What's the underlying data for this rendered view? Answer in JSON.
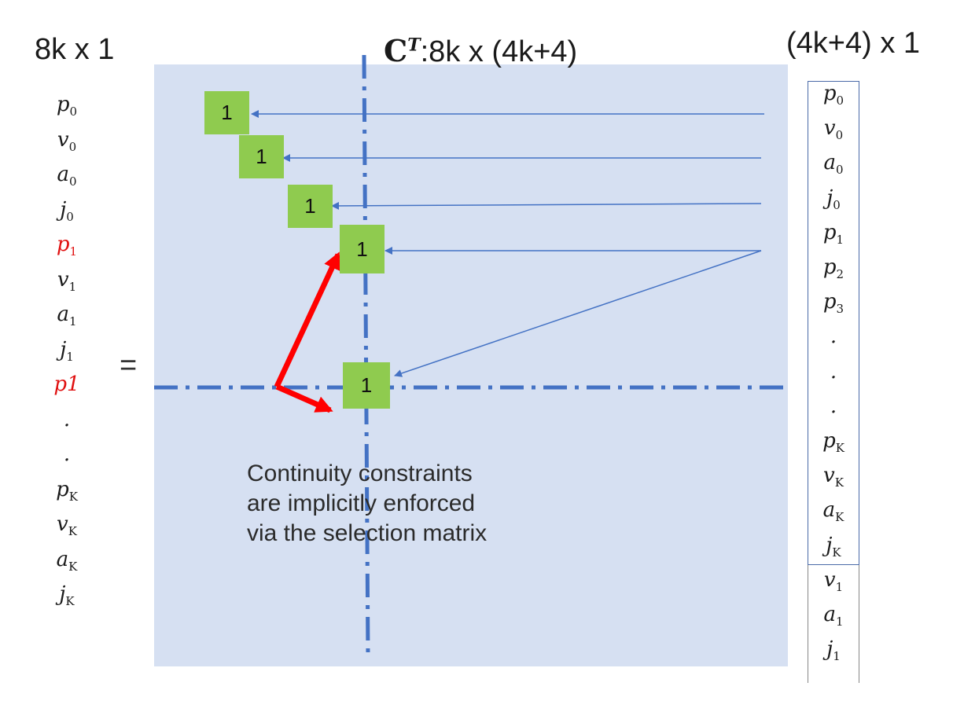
{
  "lhs_header": "8k x 1",
  "matrix_header": {
    "symbol": "C",
    "superscript": "T",
    "dims": ":8k x (4k+4)"
  },
  "rhs_header": "(4k+4) x 1",
  "equals": "=",
  "lhs_vector": [
    {
      "sym": "p",
      "sub": "0",
      "color": "black"
    },
    {
      "sym": "v",
      "sub": "0",
      "color": "black"
    },
    {
      "sym": "a",
      "sub": "0",
      "color": "black"
    },
    {
      "sym": "j",
      "sub": "0",
      "color": "black"
    },
    {
      "sym": "p",
      "sub": "1",
      "color": "red"
    },
    {
      "sym": "v",
      "sub": "1",
      "color": "black"
    },
    {
      "sym": "a",
      "sub": "1",
      "color": "black"
    },
    {
      "sym": "j",
      "sub": "1",
      "color": "black"
    },
    {
      "sym": "p1",
      "sub": "",
      "color": "red"
    },
    {
      "sym": ".",
      "sub": "",
      "color": "black"
    },
    {
      "sym": ".",
      "sub": "",
      "color": "black"
    },
    {
      "sym": "p",
      "sub": "K",
      "color": "black"
    },
    {
      "sym": "v",
      "sub": "K",
      "color": "black"
    },
    {
      "sym": "a",
      "sub": "K",
      "color": "black"
    },
    {
      "sym": "j",
      "sub": "K",
      "color": "black"
    }
  ],
  "rhs_vector": [
    {
      "sym": "p",
      "sub": "0"
    },
    {
      "sym": "v",
      "sub": "0"
    },
    {
      "sym": "a",
      "sub": "0"
    },
    {
      "sym": "j",
      "sub": "0"
    },
    {
      "sym": "p",
      "sub": "1"
    },
    {
      "sym": "p",
      "sub": "2"
    },
    {
      "sym": "p",
      "sub": "3"
    },
    {
      "sym": ".",
      "sub": ""
    },
    {
      "sym": ".",
      "sub": ""
    },
    {
      "sym": ".",
      "sub": ""
    },
    {
      "sym": "p",
      "sub": "K"
    },
    {
      "sym": "v",
      "sub": "K"
    },
    {
      "sym": "a",
      "sub": "K"
    },
    {
      "sym": "j",
      "sub": "K"
    },
    {
      "sym": "v",
      "sub": "1"
    },
    {
      "sym": "a",
      "sub": "1"
    },
    {
      "sym": "j",
      "sub": "1"
    }
  ],
  "selection_ones": [
    "1",
    "1",
    "1",
    "1",
    "1"
  ],
  "caption": [
    "Continuity constraints",
    "are implicitly enforced",
    "via the selection matrix"
  ],
  "colors": {
    "matrix_fill": "#d6e0f2",
    "one_fill": "#8fcb4f",
    "selection_arrow": "#4472c4",
    "highlight_arrow": "#ff0000",
    "red_text": "#e01010"
  }
}
